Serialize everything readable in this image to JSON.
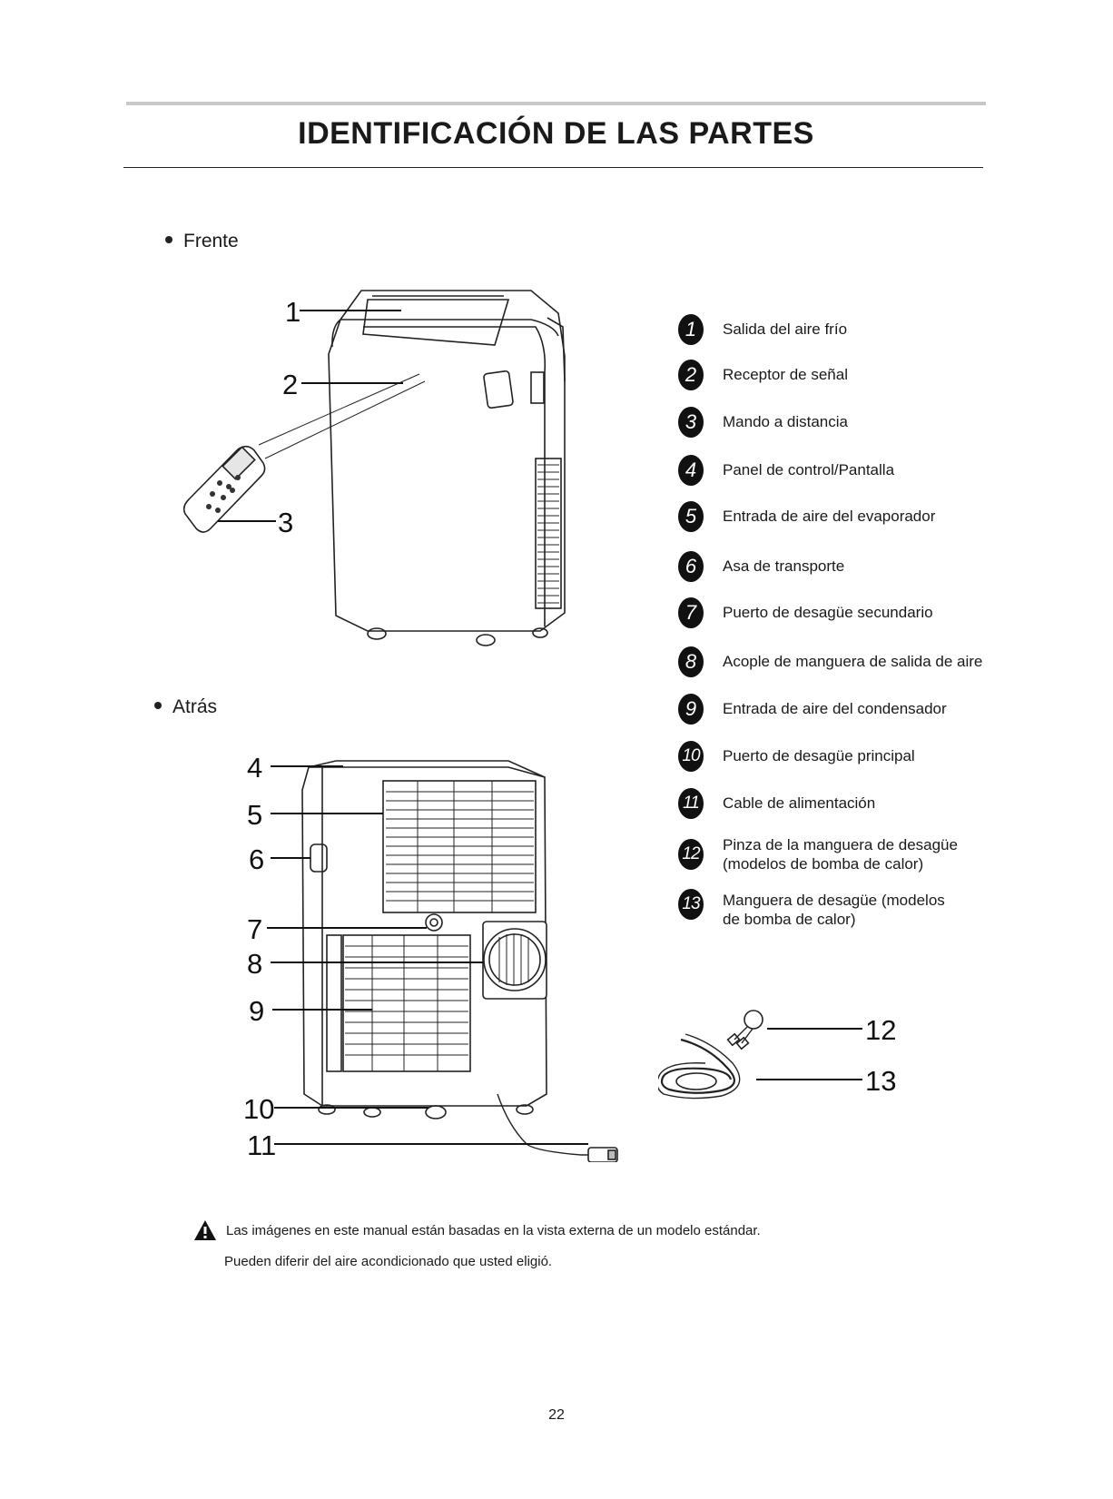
{
  "page": {
    "title": "IDENTIFICACIÓN DE LAS PARTES",
    "page_number": "22"
  },
  "sections": {
    "front": {
      "heading": "Frente"
    },
    "back": {
      "heading": "Atrás"
    }
  },
  "callouts": {
    "front": [
      "1",
      "2",
      "3"
    ],
    "back": [
      "4",
      "5",
      "6",
      "7",
      "8",
      "9",
      "10",
      "11"
    ],
    "accessories": [
      "12",
      "13"
    ]
  },
  "parts": [
    {
      "number": "1",
      "label": "Salida del aire frío"
    },
    {
      "number": "2",
      "label": "Receptor de señal"
    },
    {
      "number": "3",
      "label": "Mando a distancia"
    },
    {
      "number": "4",
      "label": "Panel de control/Pantalla"
    },
    {
      "number": "5",
      "label": "Entrada de aire del evaporador"
    },
    {
      "number": "6",
      "label": "Asa de transporte"
    },
    {
      "number": "7",
      "label": "Puerto de desagüe secundario"
    },
    {
      "number": "8",
      "label": "Acople de manguera de salida de aire"
    },
    {
      "number": "9",
      "label": "Entrada de aire del condensador"
    },
    {
      "number": "10",
      "label": "Puerto de desagüe principal"
    },
    {
      "number": "11",
      "label": "Cable de alimentación"
    },
    {
      "number": "12",
      "label": "Pinza de la manguera de desagüe\n(modelos de bomba de calor)"
    },
    {
      "number": "13",
      "label": "Manguera de desagüe (modelos\nde bomba de calor)"
    }
  ],
  "notice": {
    "icon": "warning-triangle-icon",
    "line1": "Las imágenes en este manual están basadas en la vista externa de un modelo estándar.",
    "line2": "Pueden diferir del aire acondicionado que usted eligió."
  }
}
